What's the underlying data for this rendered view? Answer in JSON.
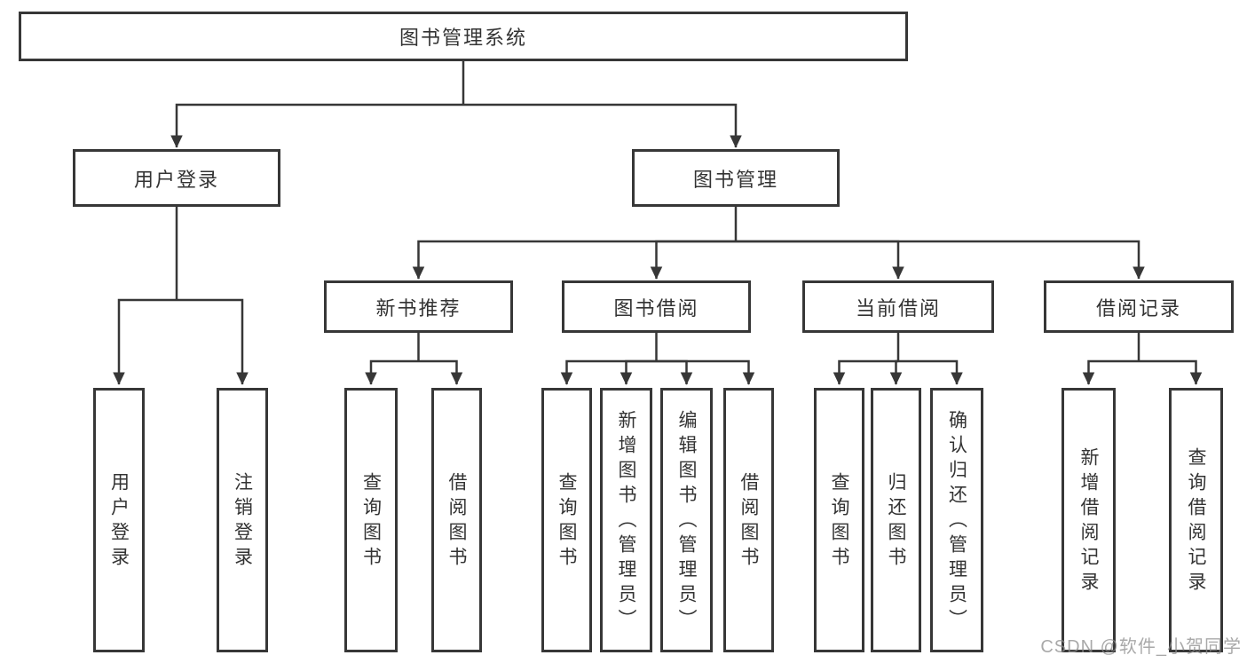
{
  "diagram": {
    "type": "hierarchy-tree",
    "root": {
      "label": "图书管理系统"
    },
    "level2": [
      {
        "id": "user-login",
        "label": "用户登录",
        "parent": "root"
      },
      {
        "id": "book-management",
        "label": "图书管理",
        "parent": "root"
      }
    ],
    "level3": [
      {
        "id": "new-book-recommend",
        "label": "新书推荐",
        "parent": "book-management"
      },
      {
        "id": "book-borrow",
        "label": "图书借阅",
        "parent": "book-management"
      },
      {
        "id": "current-borrow",
        "label": "当前借阅",
        "parent": "book-management"
      },
      {
        "id": "borrow-records",
        "label": "借阅记录",
        "parent": "book-management"
      }
    ],
    "level4": [
      {
        "id": "leaf-user-login",
        "label": "用户登录",
        "parent": "user-login"
      },
      {
        "id": "leaf-logout",
        "label": "注销登录",
        "parent": "user-login"
      },
      {
        "id": "leaf-rec-query-book",
        "label": "查询图书",
        "parent": "new-book-recommend"
      },
      {
        "id": "leaf-rec-borrow-book",
        "label": "借阅图书",
        "parent": "new-book-recommend"
      },
      {
        "id": "leaf-bor-query-book",
        "label": "查询图书",
        "parent": "book-borrow"
      },
      {
        "id": "leaf-bor-add-book",
        "label": "新增图书（管理员）",
        "parent": "book-borrow"
      },
      {
        "id": "leaf-bor-edit-book",
        "label": "编辑图书（管理员）",
        "parent": "book-borrow"
      },
      {
        "id": "leaf-bor-borrow-book",
        "label": "借阅图书",
        "parent": "book-borrow"
      },
      {
        "id": "leaf-cur-query-book",
        "label": "查询图书",
        "parent": "current-borrow"
      },
      {
        "id": "leaf-cur-return-book",
        "label": "归还图书",
        "parent": "current-borrow"
      },
      {
        "id": "leaf-cur-confirm-return",
        "label": "确认归还（管理员）",
        "parent": "current-borrow"
      },
      {
        "id": "leaf-recd-add",
        "label": "新增借阅记录",
        "parent": "borrow-records"
      },
      {
        "id": "leaf-recd-query",
        "label": "查询借阅记录",
        "parent": "borrow-records"
      }
    ],
    "colors": {
      "line": "#373737",
      "text": "#333333",
      "background": "#ffffff",
      "watermark_gray": "#8c8c8c"
    }
  },
  "watermark": {
    "text": "CSDN @软件_小贺同学"
  }
}
